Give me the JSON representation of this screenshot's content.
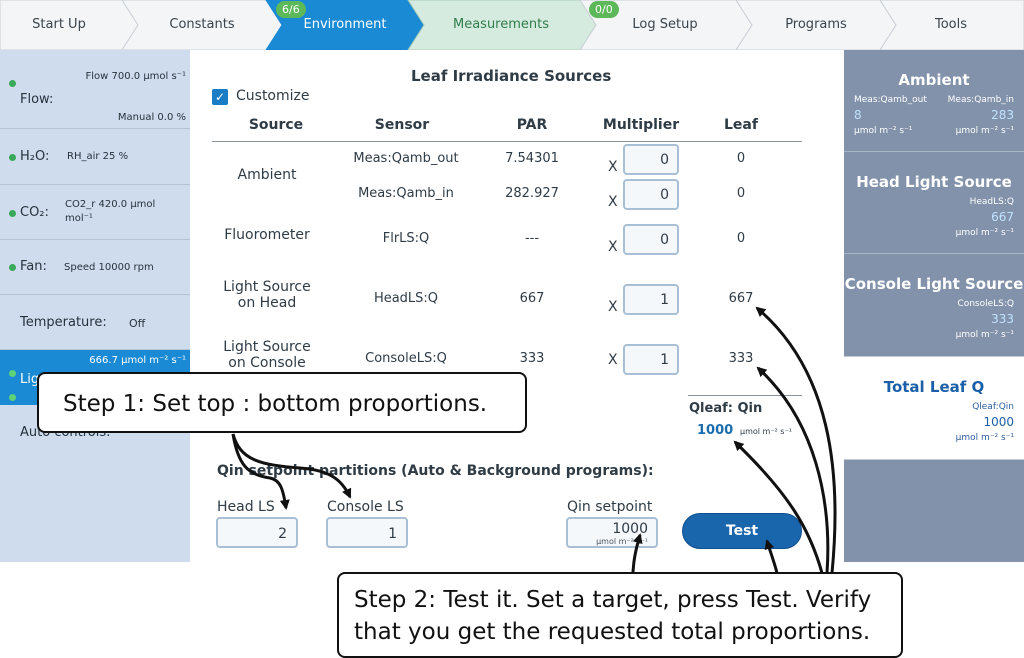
{
  "nav": {
    "tabs": [
      {
        "label": "Start Up",
        "state": "normal"
      },
      {
        "label": "Constants",
        "state": "normal"
      },
      {
        "label": "Environment",
        "state": "active",
        "badge": "6/6"
      },
      {
        "label": "Measurements",
        "state": "done"
      },
      {
        "label": "Log Setup",
        "state": "normal",
        "badge": "0/0"
      },
      {
        "label": "Programs",
        "state": "normal"
      },
      {
        "label": "Tools",
        "state": "normal"
      }
    ]
  },
  "sidebar": {
    "flow": {
      "label": "Flow:",
      "value_top": "Flow 700.0 µmol s⁻¹",
      "value_bottom": "Manual 0.0 %"
    },
    "h2o": {
      "label": "H₂O:",
      "value": "RH_air 25 %"
    },
    "co2": {
      "label": "CO₂:",
      "value_line1": "CO2_r 420.0 µmol",
      "value_line2": "mol⁻¹"
    },
    "fan": {
      "label": "Fan:",
      "value": "Speed 10000 rpm"
    },
    "temperature": {
      "label": "Temperature:",
      "value": "Off"
    },
    "light": {
      "label": "Lig",
      "value": "666.7 µmol m⁻² s⁻¹"
    },
    "auto": {
      "label": "Auto controls:"
    }
  },
  "main": {
    "title": "Leaf Irradiance Sources",
    "customize_label": "Customize",
    "customize_checked": true,
    "headers": {
      "source": "Source",
      "sensor": "Sensor",
      "par": "PAR",
      "multiplier": "Multiplier",
      "leaf": "Leaf"
    },
    "x_symbol": "X",
    "sources": {
      "ambient": "Ambient",
      "fluorometer": "Fluorometer",
      "head_line1": "Light Source",
      "head_line2": "on Head",
      "console_line1": "Light Source",
      "console_line2": "on Console"
    },
    "rows": [
      {
        "sensor": "Meas:Qamb_out",
        "par": "7.54301",
        "multiplier": "0",
        "leaf": "0"
      },
      {
        "sensor": "Meas:Qamb_in",
        "par": "282.927",
        "multiplier": "0",
        "leaf": "0"
      },
      {
        "sensor": "FlrLS:Q",
        "par": "---",
        "multiplier": "0",
        "leaf": "0"
      },
      {
        "sensor": "HeadLS:Q",
        "par": "667",
        "multiplier": "1",
        "leaf": "667"
      },
      {
        "sensor": "ConsoleLS:Q",
        "par": "333",
        "multiplier": "1",
        "leaf": "333"
      }
    ],
    "qleaf": {
      "label": "Qleaf: Qin",
      "value": "1000",
      "unit": "µmol m⁻² s⁻¹"
    },
    "partition": {
      "title": "Qin setpoint partitions (Auto & Background programs):",
      "head_label": "Head LS",
      "head_value": "2",
      "console_label": "Console LS",
      "console_value": "1",
      "setpoint_label": "Qin setpoint",
      "setpoint_value": "1000",
      "setpoint_unit": "µmol m⁻² s⁻¹"
    },
    "test_label": "Test"
  },
  "right": {
    "ambient": {
      "title": "Ambient",
      "left_name": "Meas:Qamb_out",
      "left_value": "8",
      "left_unit": "µmol m⁻² s⁻¹",
      "right_name": "Meas:Qamb_in",
      "right_value": "283",
      "right_unit": "µmol m⁻² s⁻¹"
    },
    "head": {
      "title": "Head Light Source",
      "name": "HeadLS:Q",
      "value": "667",
      "unit": "µmol m⁻² s⁻¹"
    },
    "console": {
      "title": "Console Light Source",
      "name": "ConsoleLS:Q",
      "value": "333",
      "unit": "µmol m⁻² s⁻¹"
    },
    "total": {
      "title": "Total Leaf Q",
      "name": "Qleaf:Qin",
      "value": "1000",
      "unit": "µmol m⁻² s⁻¹"
    }
  },
  "callouts": {
    "step1": "Step 1: Set top : bottom proportions.",
    "step2_line1": "Step 2: Test it. Set a target, press Test. Verify",
    "step2_line2": "that you get the requested total proportions."
  },
  "colors": {
    "active_tab": "#1a8ad4",
    "done_tab": "#d6ebdf",
    "badge": "#5db85a",
    "test_button": "#1a66ad",
    "right_panel": "#8292aa"
  }
}
